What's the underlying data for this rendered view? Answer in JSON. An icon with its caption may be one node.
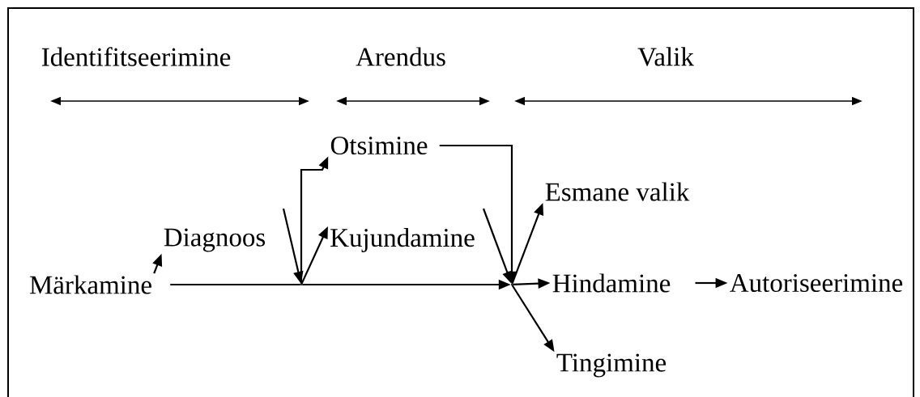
{
  "diagram": {
    "nodes": [
      {
        "text": [
          "Märkamine"
        ]
      },
      {
        "text": [
          "Diagnoos"
        ]
      },
      {
        "text": [
          "Otsimine"
        ]
      },
      {
        "text": [
          "Kujundamine"
        ]
      },
      {
        "text": [
          "Esmane valik"
        ]
      },
      {
        "text": [
          "Hindamine"
        ]
      },
      {
        "text": [
          "Autoriseerimine"
        ]
      },
      {
        "text": [
          "Tingimine"
        ]
      },
      {
        "text": [],
        "shape": "point"
      },
      {
        "text": [],
        "shape": "point"
      }
    ],
    "edges": [
      {
        "from": 0,
        "to": 1,
        "arrow": "to"
      },
      {
        "from": 0,
        "to": 8,
        "arrow": "none"
      },
      {
        "from": null,
        "to": 8,
        "arrow": "to"
      },
      {
        "from": 8,
        "to": 2,
        "arrow": "to"
      },
      {
        "from": 8,
        "to": 3,
        "arrow": "to"
      },
      {
        "from": 2,
        "to": 9,
        "arrow": "to"
      },
      {
        "from": 8,
        "to": 9,
        "arrow": "to"
      },
      {
        "from": null,
        "to": 9,
        "arrow": "to"
      },
      {
        "from": 9,
        "to": 4,
        "arrow": "to"
      },
      {
        "from": 9,
        "to": 5,
        "arrow": "to"
      },
      {
        "from": 9,
        "to": 7,
        "arrow": "to"
      },
      {
        "from": 5,
        "to": 6,
        "arrow": "to"
      }
    ],
    "labels": [
      "Identifitseerimine",
      "Arendus",
      "Valik"
    ]
  }
}
